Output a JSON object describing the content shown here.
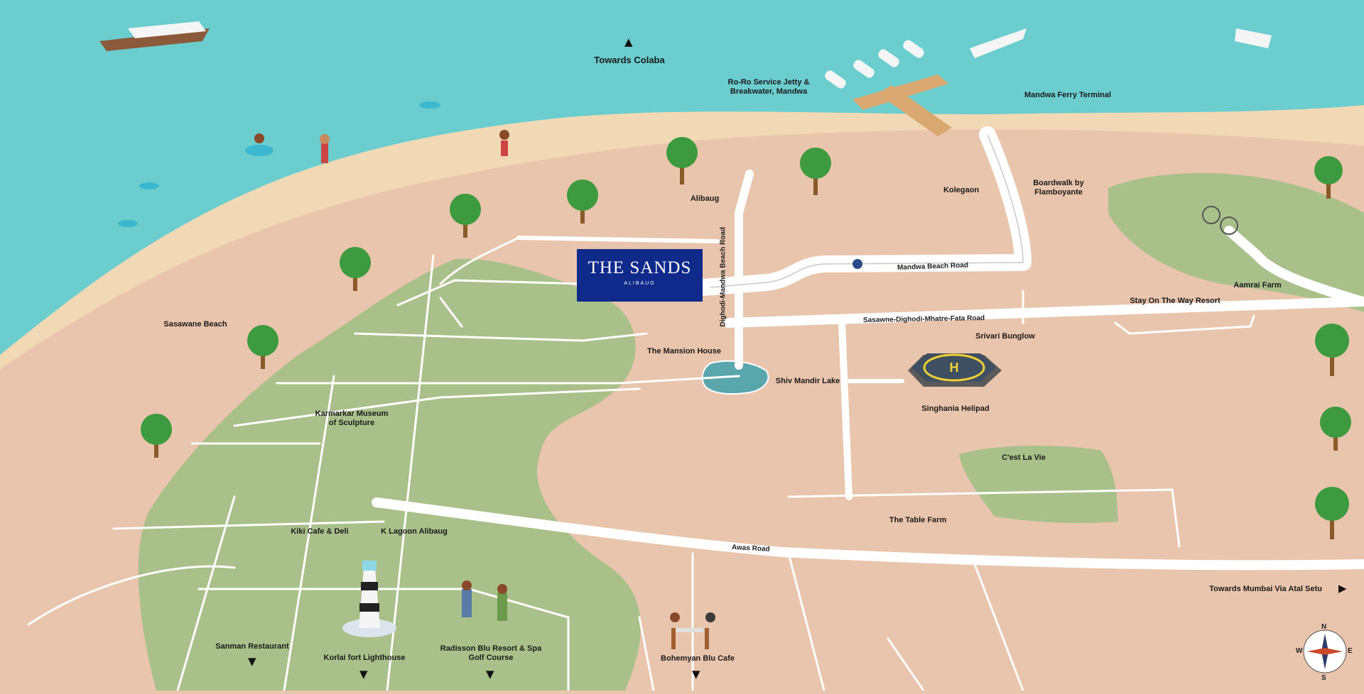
{
  "brand": {
    "name": "THE SANDS",
    "sub": "ALIBAUG",
    "color": "#102a8c"
  },
  "colors": {
    "sea": "#6ccdcf",
    "sand": "#f2d9b5",
    "land": "#eac5ae",
    "green": "#a9c08a",
    "road": "#ffffff",
    "lake": "#5aa6ad"
  },
  "labels": {
    "towards_colaba": "Towards Colaba",
    "roro": "Ro-Ro Service Jetty &\nBreakwater, Mandwa",
    "ferry": "Mandwa Ferry Terminal",
    "alibaug": "Alibaug",
    "kolegaon": "Kolegaon",
    "boardwalk": "Boardwalk by\nFlamboyante",
    "aamrai": "Aamrai Farm",
    "stay": "Stay On The Way Resort",
    "sasawane_beach": "Sasawane Beach",
    "mansion": "The Mansion House",
    "shiv_mandir": "Shiv Mandir Lake",
    "srivari": "Srivari Bunglow",
    "singhania": "Singhania Helipad",
    "karmarkar": "Karmarkar Museum\nof Sculpture",
    "cest": "C'est La Vie",
    "table_farm": "The Table Farm",
    "kiki": "Kiki Cafe & Deli",
    "klagoon": "K Lagoon Alibaug",
    "towards_mumbai": "Towards Mumbai Via Atal Setu",
    "sanman": "Sanman Restaurant",
    "korlai": "Korlai fort Lighthouse",
    "radisson": "Radisson Blu Resort & Spa\nGolf Course",
    "bohemyan": "Bohemyan Blu Cafe"
  },
  "roads": {
    "mandwa_beach": "Mandwa Beach Road",
    "dighodi": "Dighodi-Mandwa Beach Road",
    "sasawne": "Sasawne-Dighodi-Mhatre-Fata Road",
    "awas": "Awas Road"
  },
  "compass": {
    "n": "N",
    "s": "S",
    "e": "E",
    "w": "W"
  },
  "icons": {
    "arrow_up": "▲",
    "arrow_down": "▼",
    "arrow_right": "▶"
  }
}
